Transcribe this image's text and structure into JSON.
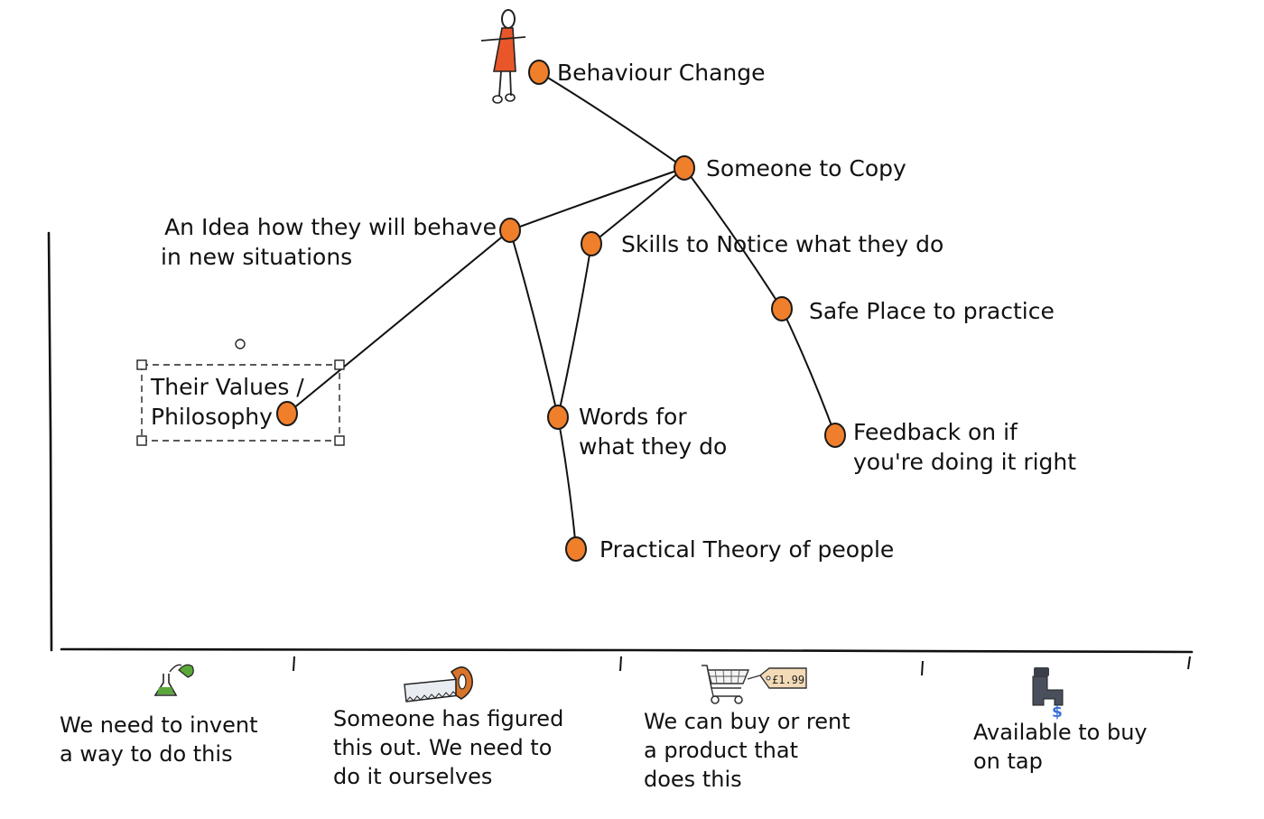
{
  "nodes": [
    {
      "id": "behaviour-change",
      "label": [
        "Behaviour Change"
      ]
    },
    {
      "id": "someone-to-copy",
      "label": [
        "Someone to Copy"
      ]
    },
    {
      "id": "idea-how-behave",
      "label": [
        "An Idea how they will behave",
        "in new situations"
      ]
    },
    {
      "id": "skills-to-notice",
      "label": [
        "Skills to Notice what they do"
      ]
    },
    {
      "id": "safe-place",
      "label": [
        "Safe Place to practice"
      ]
    },
    {
      "id": "values-philosophy",
      "label": [
        "Their Values /",
        "Philosophy"
      ]
    },
    {
      "id": "words-for",
      "label": [
        "Words for",
        "what they do"
      ]
    },
    {
      "id": "feedback",
      "label": [
        "Feedback on if",
        "you're doing it right"
      ]
    },
    {
      "id": "practical-theory",
      "label": [
        "Practical Theory of people"
      ]
    }
  ],
  "links": [
    [
      "behaviour-change",
      "someone-to-copy"
    ],
    [
      "someone-to-copy",
      "idea-how-behave"
    ],
    [
      "someone-to-copy",
      "skills-to-notice"
    ],
    [
      "someone-to-copy",
      "safe-place"
    ],
    [
      "idea-how-behave",
      "values-philosophy"
    ],
    [
      "idea-how-behave",
      "words-for"
    ],
    [
      "skills-to-notice",
      "words-for"
    ],
    [
      "safe-place",
      "feedback"
    ],
    [
      "words-for",
      "practical-theory"
    ]
  ],
  "evolution_stages": [
    {
      "id": "invent",
      "icon": "flask-icon",
      "lines": [
        "We need to invent",
        "a way to do this"
      ]
    },
    {
      "id": "figured-out",
      "icon": "saw-icon",
      "lines": [
        "Someone has figured",
        "this out. We need to",
        "do it ourselves"
      ]
    },
    {
      "id": "product",
      "icon": "shopping-cart-icon",
      "price_tag": "£1.99",
      "lines": [
        "We can buy or rent",
        "a product that",
        "does this"
      ]
    },
    {
      "id": "utility",
      "icon": "tap-icon",
      "lines": [
        "Available to buy",
        "on tap"
      ]
    }
  ],
  "selected_node": "values-philosophy",
  "colors": {
    "node_fill": "#f07f2b",
    "person_fill": "#e8562a",
    "ink": "#111111",
    "flask_liquid": "#5aa83a",
    "saw_handle": "#d9742b",
    "tap_body": "#4a4f5c",
    "tap_dollar": "#3a6fd8"
  }
}
